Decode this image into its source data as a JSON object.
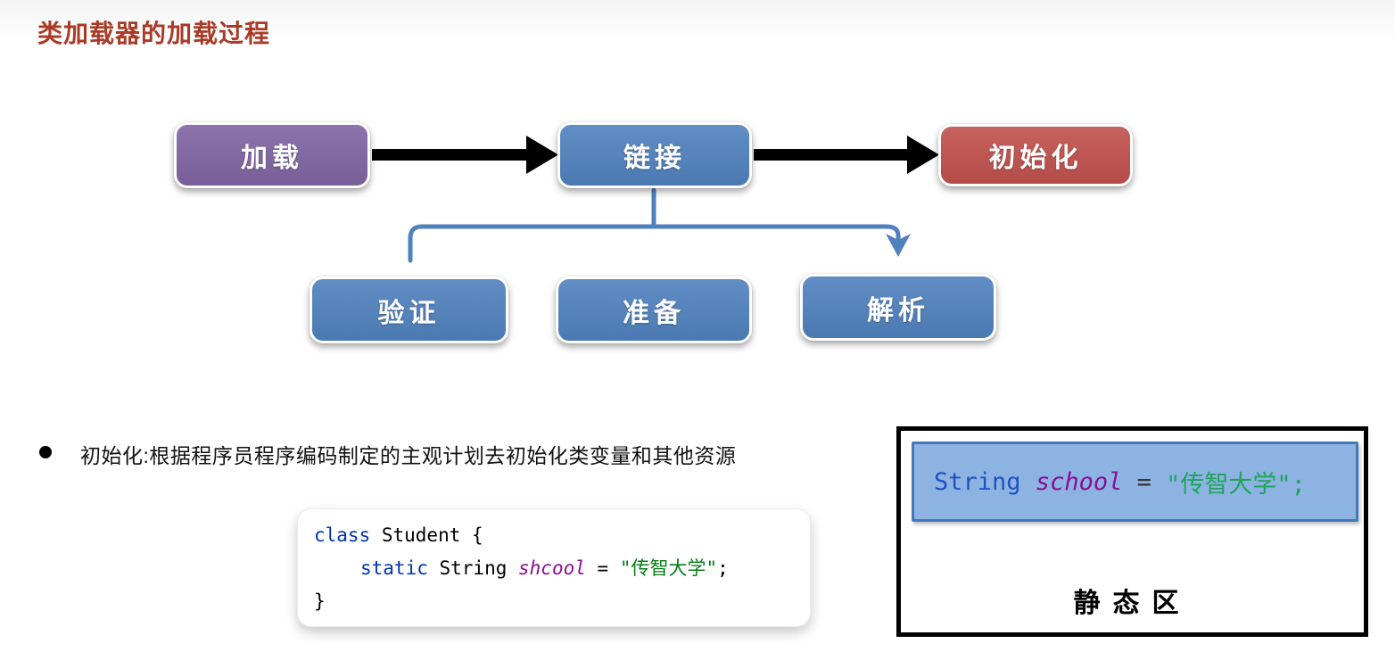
{
  "page": {
    "title": "类加载器的加载过程",
    "title_color": "#A93B28"
  },
  "flow": {
    "main_nodes": [
      {
        "label": "加载",
        "color": "#8064A2"
      },
      {
        "label": "链接",
        "color": "#4F81BD"
      },
      {
        "label": "初始化",
        "color": "#C0504D"
      }
    ],
    "sub_nodes": [
      {
        "label": "验证",
        "color": "#4F81BD"
      },
      {
        "label": "准备",
        "color": "#4F81BD"
      },
      {
        "label": "解析",
        "color": "#4F81BD"
      }
    ],
    "arrow_color": "#000000",
    "connector_color": "#4F81BD"
  },
  "bullet": {
    "text": "初始化:根据程序员程序编码制定的主观计划去初始化类变量和其他资源"
  },
  "code_card": {
    "line1": {
      "keyword": "class",
      "rest": " Student {"
    },
    "line2": {
      "keyword": "static",
      "type": " String ",
      "field": "shcool",
      "eq": " = ",
      "string": "\"传智大学\"",
      "semicolon": ";"
    },
    "line3": {
      "brace": "}"
    }
  },
  "static_panel": {
    "code": {
      "type": "String",
      "space": " ",
      "field": "school",
      "eq": " = ",
      "string": "\"传智大学\";"
    },
    "label": "静态区",
    "box_fill": "#8DB3E2",
    "box_border": "#4478B7"
  },
  "syntax_colors": {
    "card_keyword": "#0033B3",
    "card_plain": "#000000",
    "card_field": "#871094",
    "card_string": "#067D17",
    "panel_type": "#2052C0",
    "panel_field": "#871094",
    "panel_eq": "#333333",
    "panel_string": "#1FA35C"
  }
}
